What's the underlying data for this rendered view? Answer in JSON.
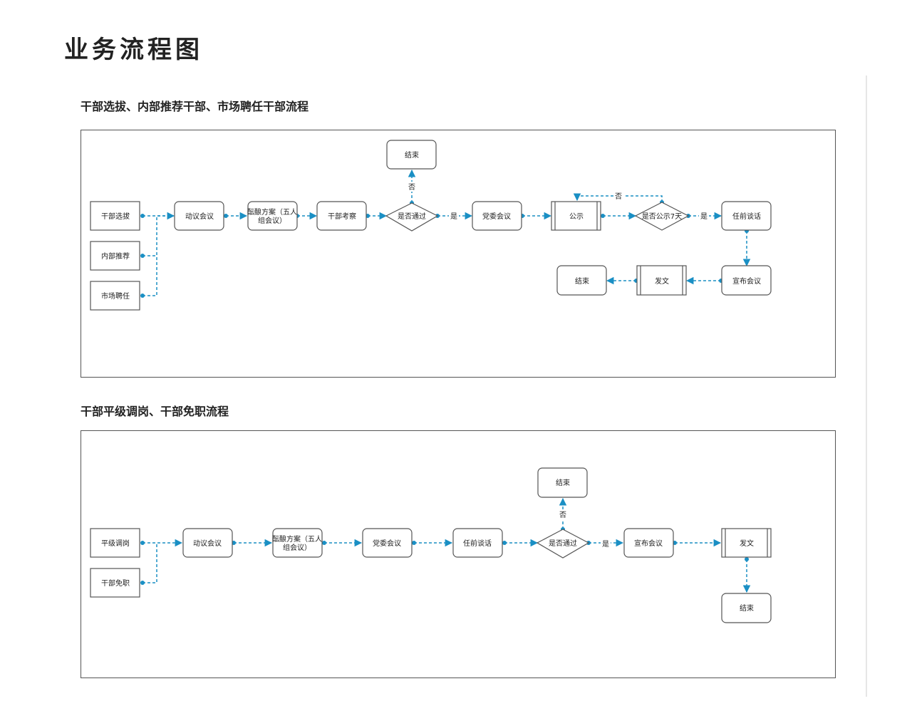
{
  "page": {
    "title": "业务流程图"
  },
  "colors": {
    "connector": "#1a8fc4",
    "node_border": "#555555",
    "text": "#222222"
  },
  "sections": [
    {
      "title": "干部选拔、内部推荐干部、市场聘任干部流程",
      "nodes": {
        "start1": "干部选拔",
        "start2": "内部推荐",
        "start3": "市场聘任",
        "n1": "动议会议",
        "n2_line1": "酝酿方案（五人",
        "n2_line2": "组会议）",
        "n3": "干部考察",
        "d1": "是否通过",
        "end1": "结束",
        "n4": "党委会议",
        "n5": "公示",
        "d2": "是否公示7天",
        "n6": "任前谈话",
        "n7": "宣布会议",
        "n8": "发文",
        "end2": "结束"
      },
      "edge_labels": {
        "d1_yes": "是",
        "d1_no": "否",
        "d2_yes": "是",
        "d2_no": "否"
      }
    },
    {
      "title": "干部平级调岗、干部免职流程",
      "nodes": {
        "start1": "平级调岗",
        "start2": "干部免职",
        "n1": "动议会议",
        "n2_line1": "酝酿方案（五人",
        "n2_line2": "组会议）",
        "n3": "党委会议",
        "n4": "任前谈话",
        "d1": "是否通过",
        "end1": "结束",
        "n5": "宣布会议",
        "n6": "发文",
        "end2": "结束"
      },
      "edge_labels": {
        "d1_yes": "是",
        "d1_no": "否"
      }
    }
  ]
}
